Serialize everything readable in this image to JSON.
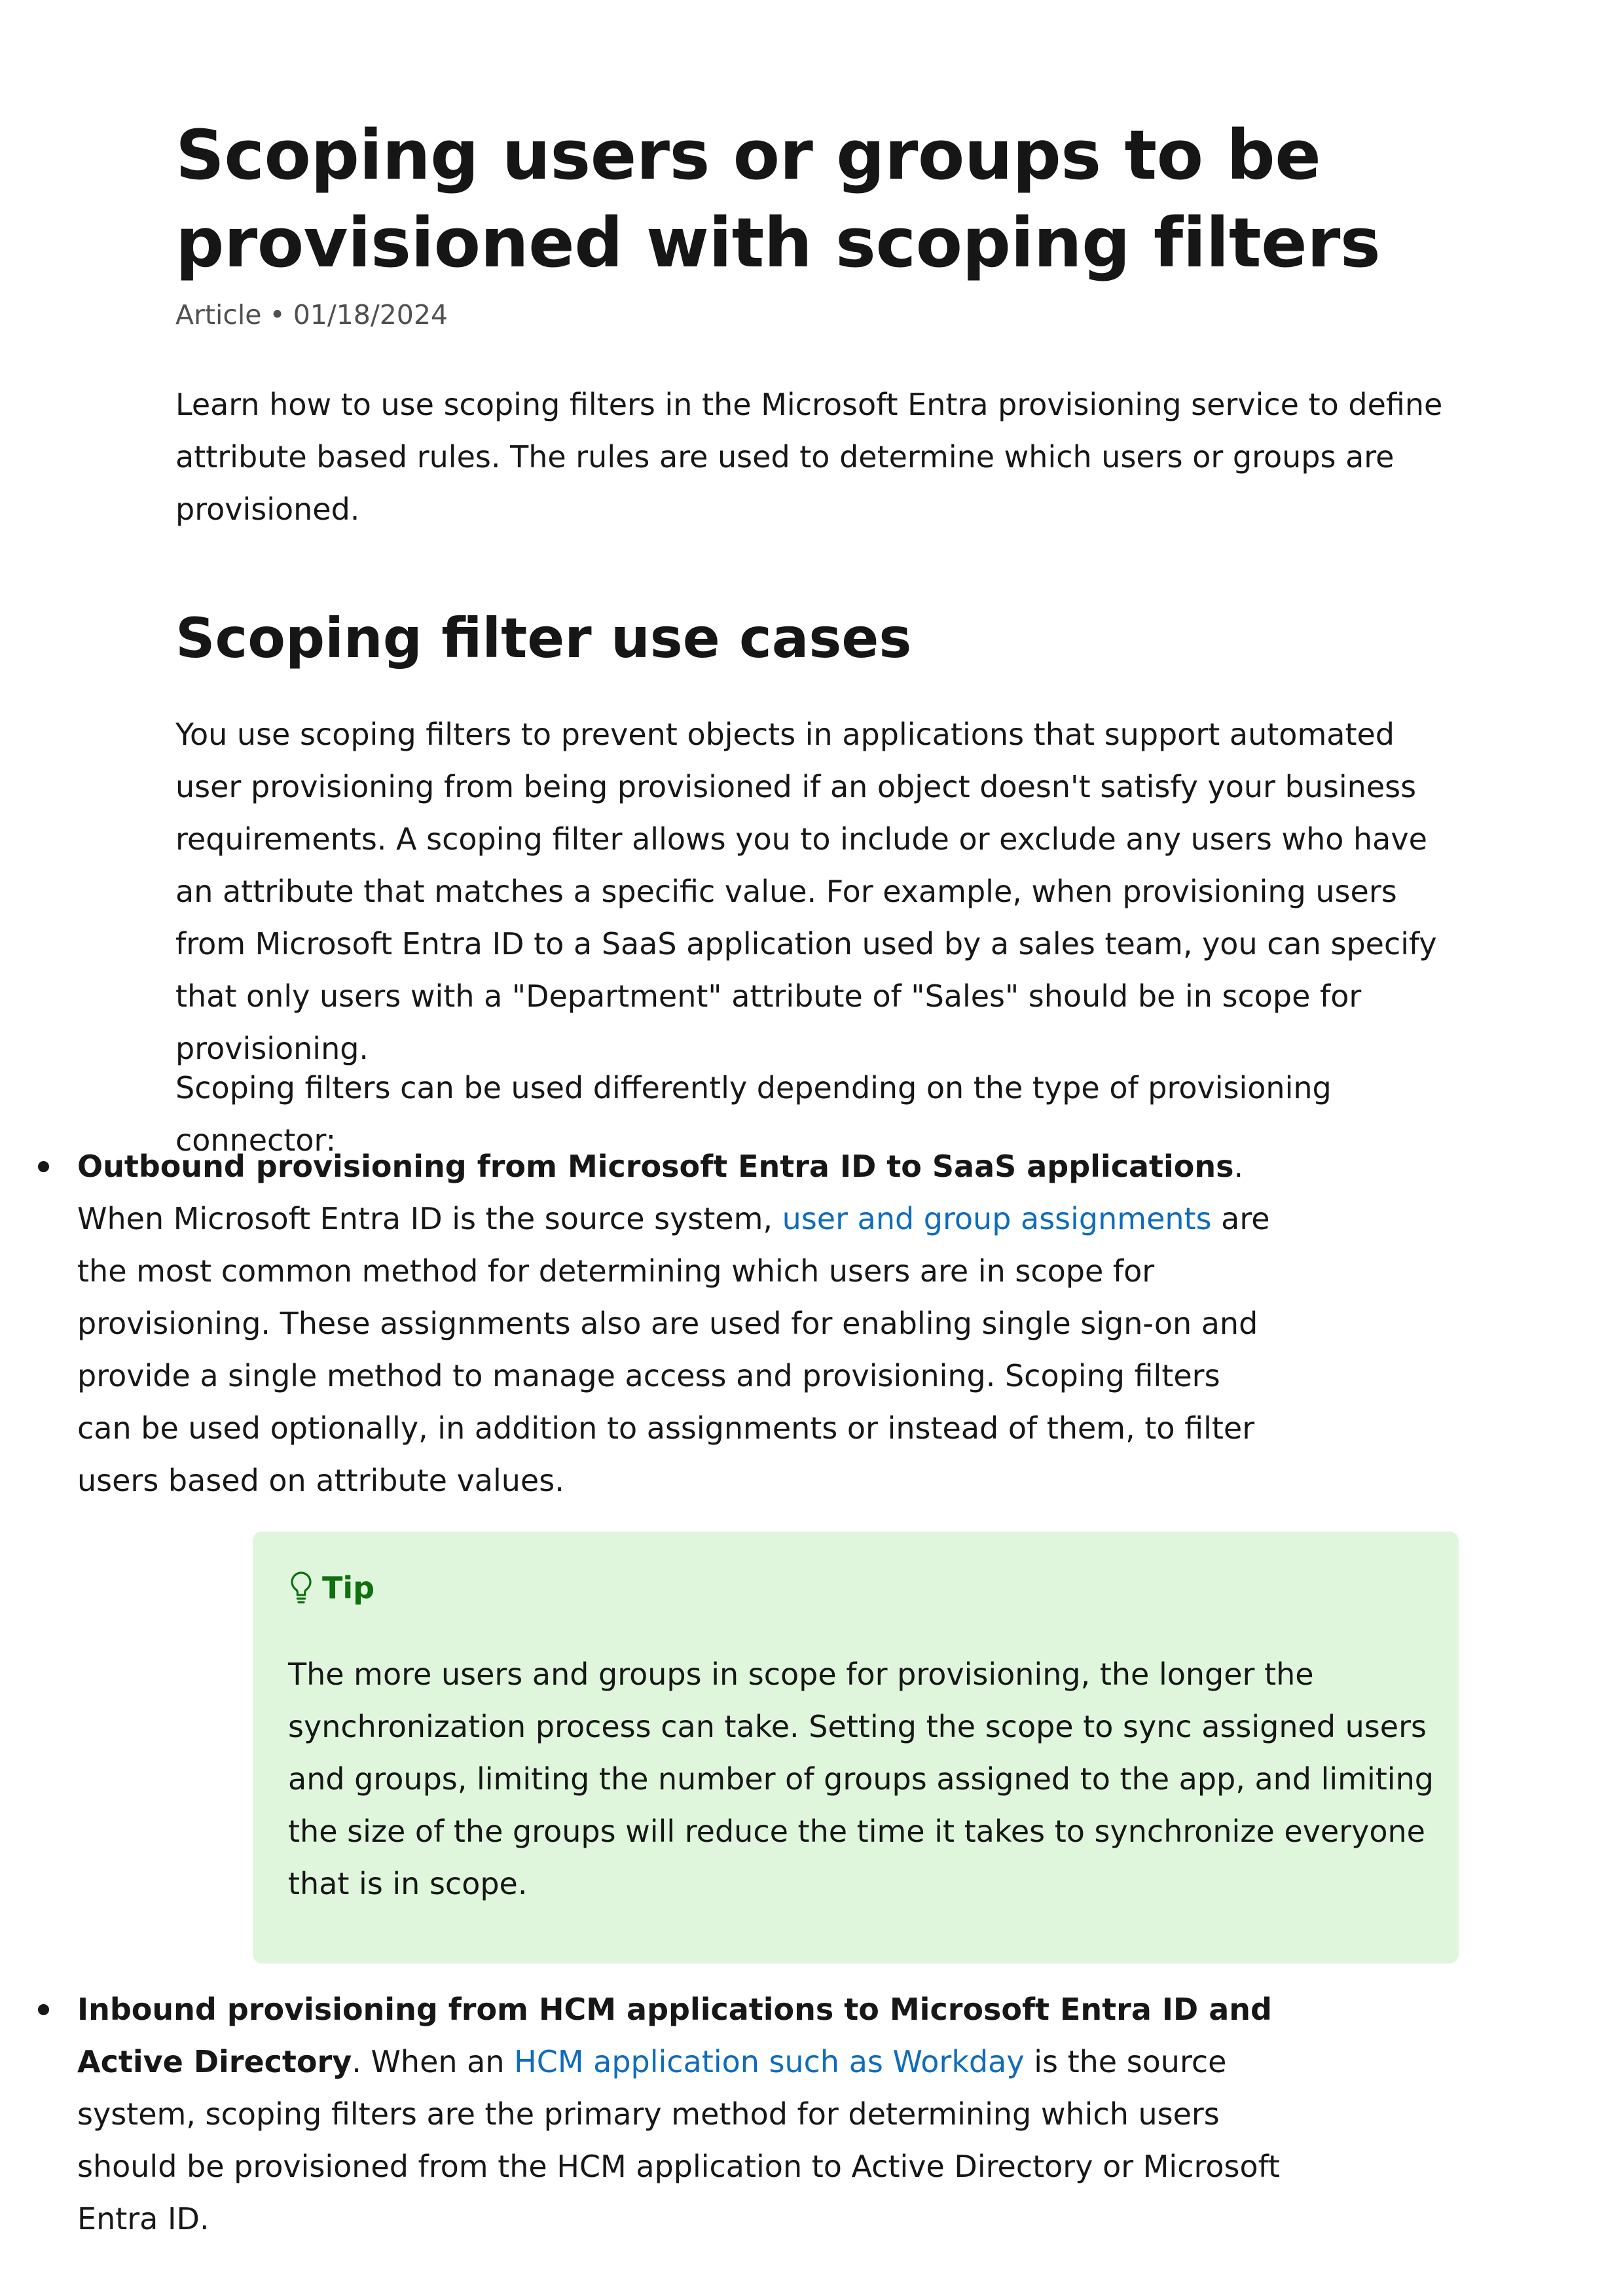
{
  "article": {
    "title": "Scoping users or groups to be provisioned with scoping filters",
    "meta_type": "Article",
    "meta_separator": "•",
    "meta_date": "01/18/2024",
    "intro": "Learn how to use scoping filters in the Microsoft Entra provisioning service to define attribute based rules. The rules are used to determine which users or groups are provisioned."
  },
  "section": {
    "heading": "Scoping filter use cases",
    "paragraph1": "You use scoping filters to prevent objects in applications that support automated user provisioning from being provisioned if an object doesn't satisfy your business requirements. A scoping filter allows you to include or exclude any users who have an attribute that matches a specific value. For example, when provisioning users from Microsoft Entra ID to a SaaS application used by a sales team, you can specify that only users with a \"Department\" attribute of \"Sales\" should be in scope for provisioning.",
    "paragraph2": "Scoping filters can be used differently depending on the type of provisioning connector:"
  },
  "bullets": [
    {
      "bold": "Outbound provisioning from Microsoft Entra ID to SaaS applications",
      "text_before_link": ". When Microsoft Entra ID is the source system, ",
      "link": "user and group assignments",
      "text_after_link": " are the most common method for determining which users are in scope for provisioning. These assignments also are used for enabling single sign-on and provide a single method to manage access and provisioning. Scoping filters can be used optionally, in addition to assignments or instead of them, to filter users based on attribute values."
    },
    {
      "bold": "Inbound provisioning from HCM applications to Microsoft Entra ID and Active Directory",
      "text_before_link": ". When an ",
      "link": "HCM application such as Workday",
      "text_after_link": " is the source system, scoping filters are the primary method for determining which users should be provisioned from the HCM application to Active Directory or Microsoft Entra ID."
    }
  ],
  "tip": {
    "icon": "lightbulb-icon",
    "label": "Tip",
    "body": "The more users and groups in scope for provisioning, the longer the synchronization process can take. Setting the scope to sync assigned users and groups, limiting the number of groups assigned to the app, and limiting the size of the groups will reduce the time it takes to synchronize everyone that is in scope."
  },
  "colors": {
    "link": "#0f6cbd",
    "tip_background": "#dff6dd",
    "tip_accent": "#0e700e"
  }
}
